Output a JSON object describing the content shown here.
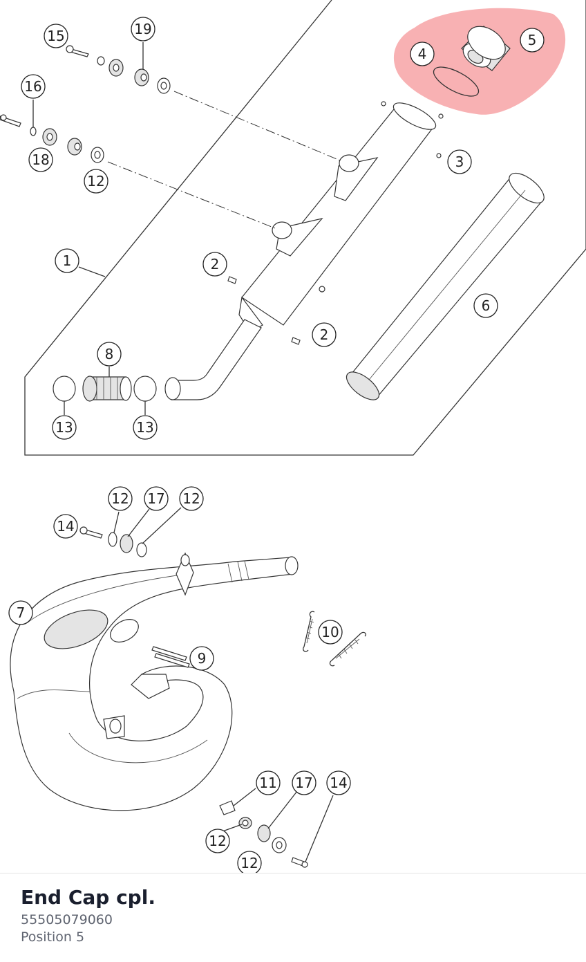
{
  "colors": {
    "highlight": "#f7a3a6",
    "title_text": "#1a1f2e",
    "meta_text": "#5f6470"
  },
  "diagram": {
    "highlighted_callouts": [
      "4",
      "5"
    ],
    "callouts": [
      {
        "id": "c15",
        "label": "15"
      },
      {
        "id": "c19",
        "label": "19"
      },
      {
        "id": "c16",
        "label": "16"
      },
      {
        "id": "c18",
        "label": "18"
      },
      {
        "id": "c12a",
        "label": "12"
      },
      {
        "id": "c4",
        "label": "4"
      },
      {
        "id": "c5",
        "label": "5"
      },
      {
        "id": "c3",
        "label": "3"
      },
      {
        "id": "c1",
        "label": "1"
      },
      {
        "id": "c2a",
        "label": "2"
      },
      {
        "id": "c2b",
        "label": "2"
      },
      {
        "id": "c6",
        "label": "6"
      },
      {
        "id": "c8",
        "label": "8"
      },
      {
        "id": "c13a",
        "label": "13"
      },
      {
        "id": "c13b",
        "label": "13"
      },
      {
        "id": "c12b",
        "label": "12"
      },
      {
        "id": "c17a",
        "label": "17"
      },
      {
        "id": "c12c",
        "label": "12"
      },
      {
        "id": "c14a",
        "label": "14"
      },
      {
        "id": "c7",
        "label": "7"
      },
      {
        "id": "c10",
        "label": "10"
      },
      {
        "id": "c9",
        "label": "9"
      },
      {
        "id": "c11",
        "label": "11"
      },
      {
        "id": "c17b",
        "label": "17"
      },
      {
        "id": "c14b",
        "label": "14"
      },
      {
        "id": "c12d",
        "label": "12"
      },
      {
        "id": "c12e",
        "label": "12"
      }
    ]
  },
  "part": {
    "title": "End Cap cpl.",
    "number": "55505079060",
    "position_label": "Position",
    "position_value": "5"
  }
}
